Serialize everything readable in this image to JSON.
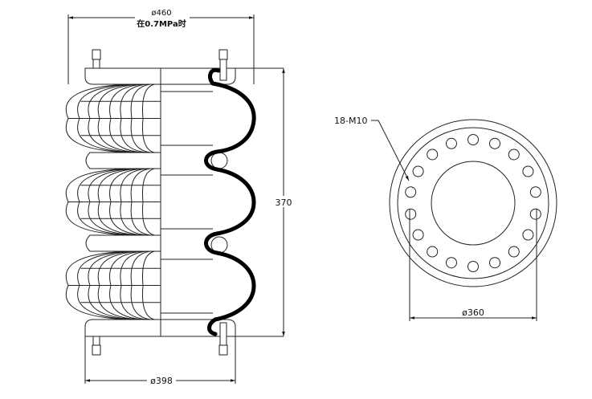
{
  "side_view": {
    "dim_max_diameter": "ø460",
    "dim_note": "在0.7MPa时",
    "dim_height": "370",
    "dim_plate_diameter": "ø398"
  },
  "plan_view": {
    "hole_callout": "18-M10",
    "hole_count": 18,
    "dim_bolt_circle": "ø360"
  }
}
